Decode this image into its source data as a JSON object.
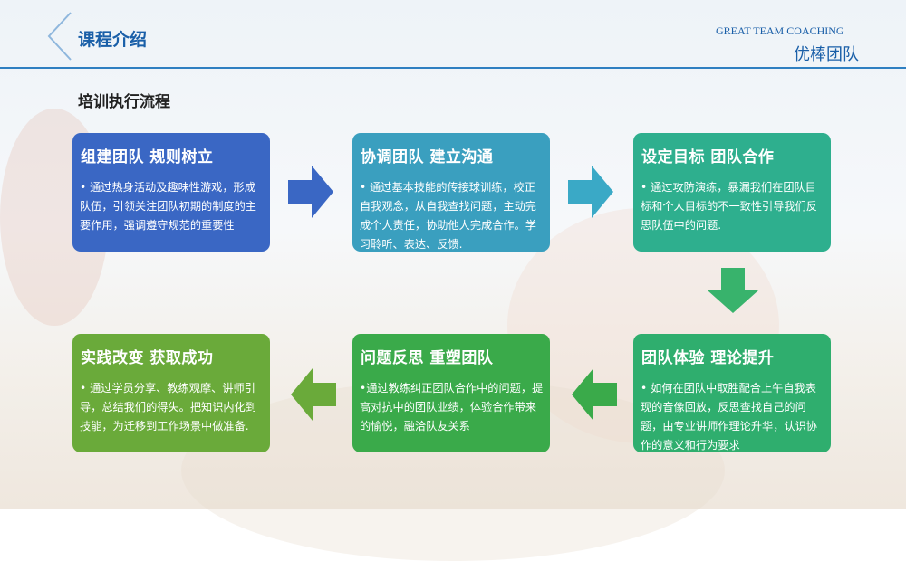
{
  "header": {
    "title": "课程介绍",
    "brand_en": "GREAT TEAM COACHING",
    "brand_cn": "优棒团队"
  },
  "section_title": "培训执行流程",
  "steps": [
    {
      "title": "组建团队  规则树立",
      "text": "• 通过热身活动及趣味性游戏，形成队伍，引领关注团队初期的制度的主要作用，强调遵守规范的重要性",
      "color": "#3a67c4"
    },
    {
      "title": "协调团队  建立沟通",
      "text": "• 通过基本技能的传接球训练，校正自我观念，从自我查找问题，主动完成个人责任，协助他人完成合作。学习聆听、表达、反馈.",
      "color": "#3a9fbf"
    },
    {
      "title": "设定目标  团队合作",
      "text": "• 通过攻防演练，暴漏我们在团队目标和个人目标的不一致性引导我们反思队伍中的问题.",
      "color": "#2eaf8e"
    },
    {
      "title": "团队体验  理论提升",
      "text": "• 如何在团队中取胜配合上午自我表现的音像回放，反思查找自己的问题，由专业讲师作理论升华，认识协作的意义和行为要求",
      "color": "#2fae6e"
    },
    {
      "title": "问题反思  重塑团队",
      "text": "•通过教练纠正团队合作中的问题，提高对抗中的团队业绩，体验合作带来的愉悦，融洽队友关系",
      "color": "#3aaa4a"
    },
    {
      "title": "实践改变  获取成功",
      "text": "• 通过学员分享、教练观摩、讲师引导，总结我们的得失。把知识内化到技能，为迁移到工作场景中做准备.",
      "color": "#6aaa3a"
    }
  ],
  "arrows": [
    {
      "direction": "right",
      "color": "#3a67c4"
    },
    {
      "direction": "right",
      "color": "#3aa9c6"
    },
    {
      "direction": "down",
      "color": "#38b36c"
    },
    {
      "direction": "left",
      "color": "#3aaa4a"
    },
    {
      "direction": "left",
      "color": "#6aaa3a"
    }
  ]
}
